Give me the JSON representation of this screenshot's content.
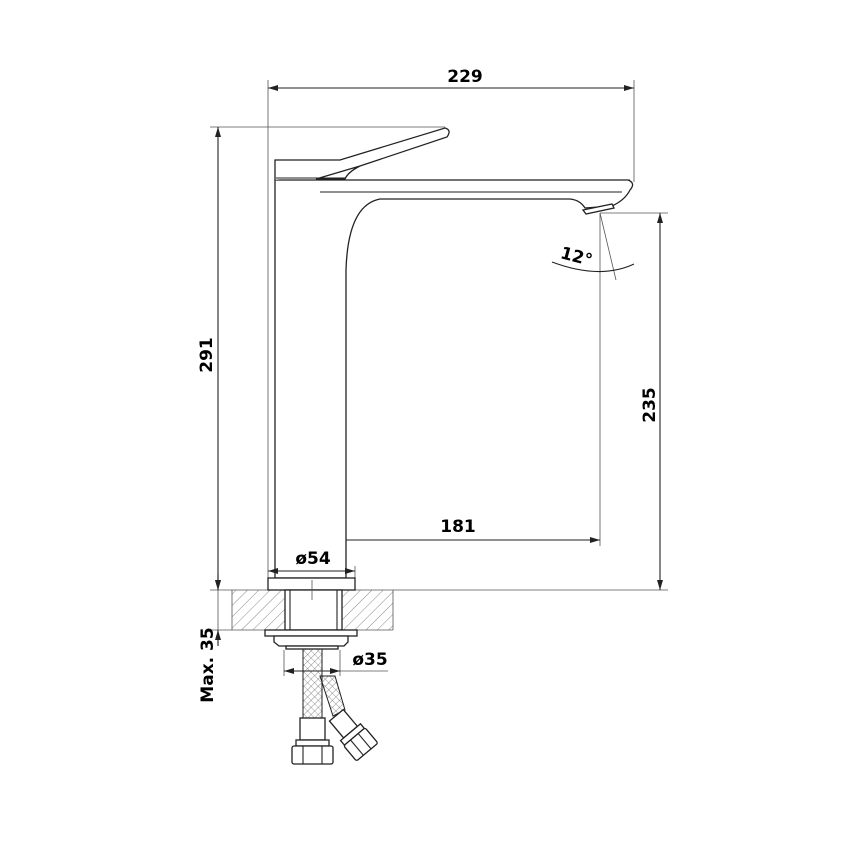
{
  "drawing": {
    "dimensions": {
      "total_reach": "229",
      "total_height": "291",
      "spout_height": "235",
      "spout_reach": "181",
      "body_diameter": "ø54",
      "hole_diameter": "ø35",
      "max_counter_thickness": "Max. 35",
      "spout_angle": "12°"
    },
    "colors": {
      "line": "#222222",
      "dimension": "#555555",
      "background": "#ffffff"
    }
  }
}
